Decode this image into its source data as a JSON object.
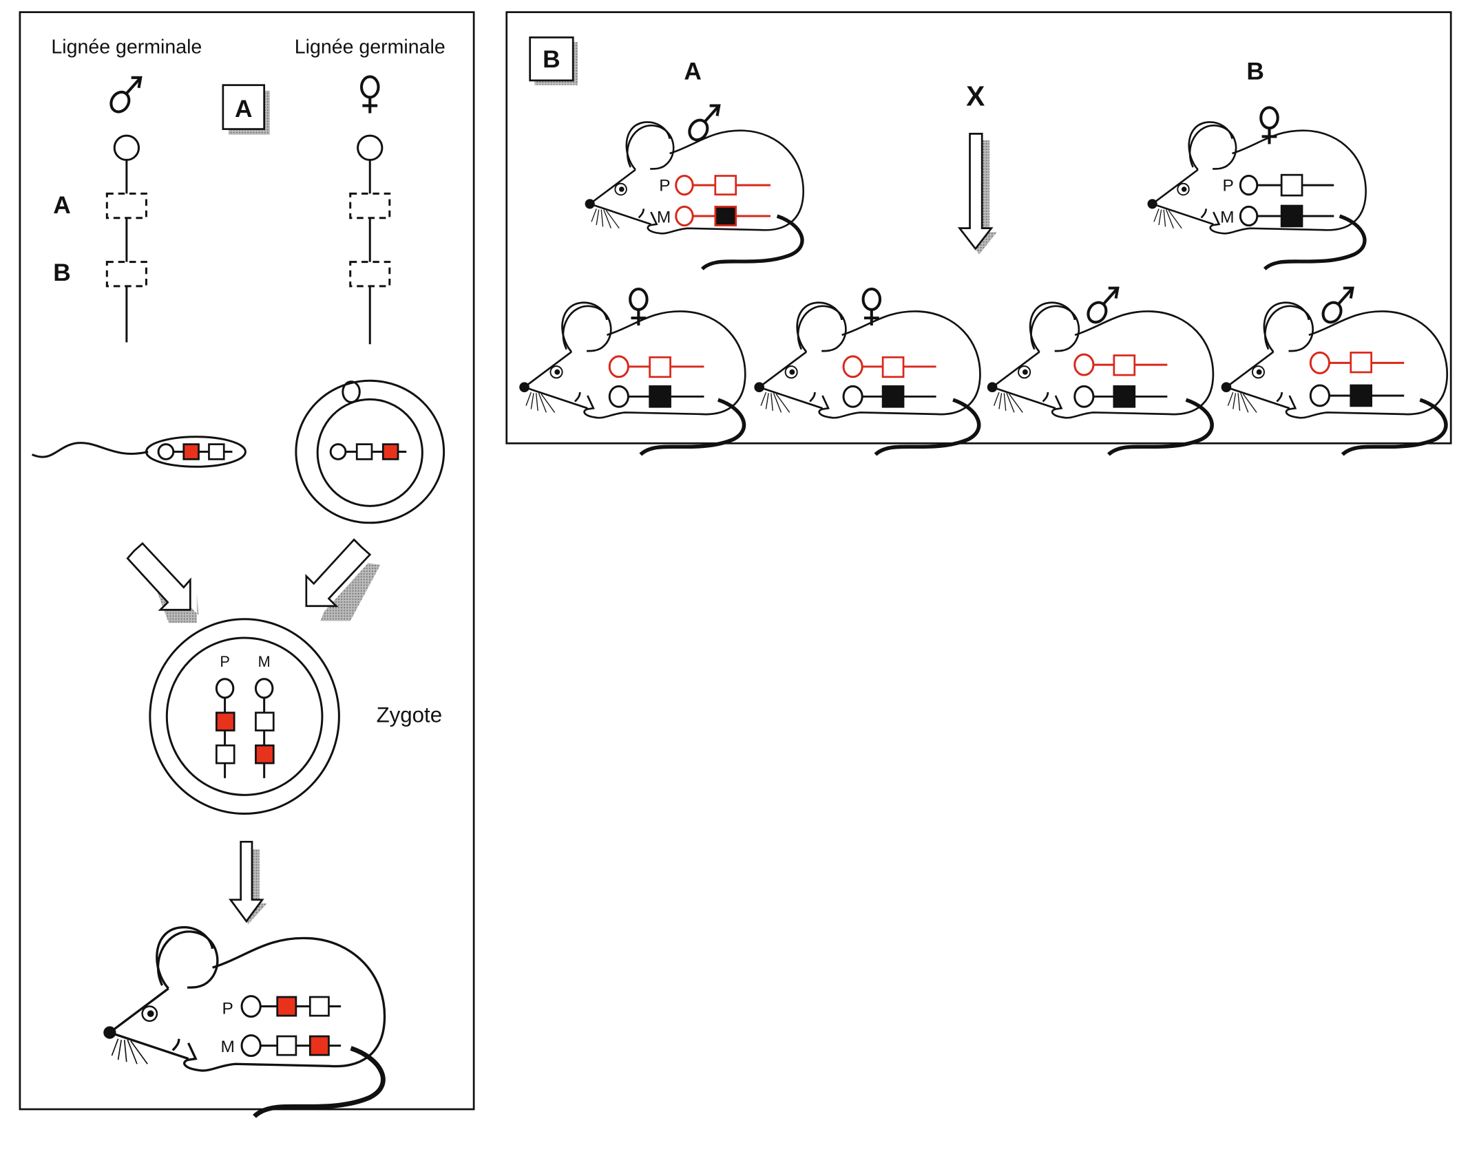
{
  "colors": {
    "imprint_red": "#e8321c",
    "line_red": "#d8281a",
    "ink": "#111111",
    "shadow": "#9a9a9a"
  },
  "panel_a": {
    "badge": "A",
    "male_germline_label": "Lignée germinale",
    "female_germline_label": "Lignée germinale",
    "male_symbol": "♂",
    "female_symbol": "♀",
    "locus_a_label": "A",
    "locus_b_label": "B",
    "zygote_label": "Zygote",
    "zygote_paternal_label": "P",
    "zygote_maternal_label": "M",
    "offspring_paternal_label": "P",
    "offspring_maternal_label": "M",
    "sperm_genes": [
      "imprinted",
      "plain"
    ],
    "egg_genes": [
      "plain",
      "imprinted"
    ]
  },
  "panel_b": {
    "badge": "B",
    "parent_a_label": "A",
    "parent_b_label": "B",
    "cross_label": "X",
    "parent_a_sex": "♂",
    "parent_b_sex": "♀",
    "parent_p_label": "P",
    "parent_m_label": "M",
    "offspring": [
      {
        "sex": "♀"
      },
      {
        "sex": "♀"
      },
      {
        "sex": "♂"
      },
      {
        "sex": "♂"
      }
    ]
  }
}
